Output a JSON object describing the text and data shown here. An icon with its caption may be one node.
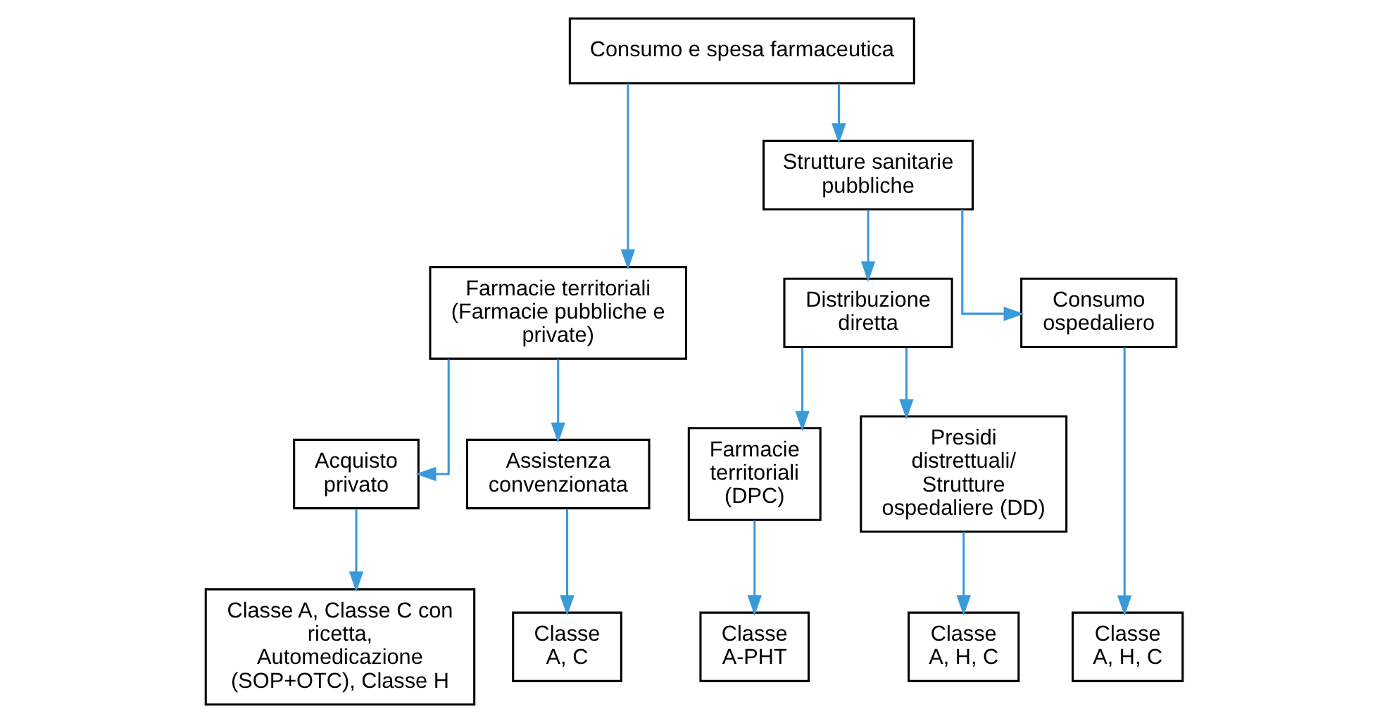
{
  "diagram": {
    "nodes": [
      {
        "text": [
          "Consumo e spesa farmaceutica"
        ]
      },
      {
        "text": [
          "Farmacie territoriali (Farmacie pubbliche e private)"
        ]
      },
      {
        "text": [
          "Strutture sanitarie pubbliche"
        ]
      },
      {
        "text": [
          "Acquisto privato"
        ]
      },
      {
        "text": [
          "Assistenza convenzionata"
        ]
      },
      {
        "text": [
          "Distribuzione diretta"
        ]
      },
      {
        "text": [
          "Consumo ospedaliero"
        ]
      },
      {
        "text": [
          "Farmacie territoriali (DPC)"
        ]
      },
      {
        "text": [
          "Presidi distrettuali/ Strutture ospedaliere (DD)"
        ]
      },
      {
        "text": [
          "Classe A, Classe C con ricetta, Automedicazione (SOP+OTC), Classe H"
        ]
      },
      {
        "text": [
          "Classe A, C"
        ]
      },
      {
        "text": [
          "Classe A-PHT"
        ]
      },
      {
        "text": [
          "Classe A, H, C"
        ]
      },
      {
        "text": [
          "Classe A, H, C"
        ]
      }
    ],
    "edges": [
      {
        "from": 0,
        "to": 1,
        "arrow": "to"
      },
      {
        "from": 0,
        "to": 2,
        "arrow": "to"
      },
      {
        "from": 1,
        "to": 3,
        "arrow": "to"
      },
      {
        "from": 1,
        "to": 4,
        "arrow": "to"
      },
      {
        "from": 2,
        "to": 5,
        "arrow": "to"
      },
      {
        "from": 2,
        "to": 6,
        "arrow": "to"
      },
      {
        "from": 5,
        "to": 7,
        "arrow": "to"
      },
      {
        "from": 5,
        "to": 8,
        "arrow": "to"
      },
      {
        "from": 3,
        "to": 9,
        "arrow": "to"
      },
      {
        "from": 4,
        "to": 10,
        "arrow": "to"
      },
      {
        "from": 7,
        "to": 11,
        "arrow": "to"
      },
      {
        "from": 8,
        "to": 12,
        "arrow": "to"
      },
      {
        "from": 6,
        "to": 13,
        "arrow": "to"
      }
    ]
  }
}
